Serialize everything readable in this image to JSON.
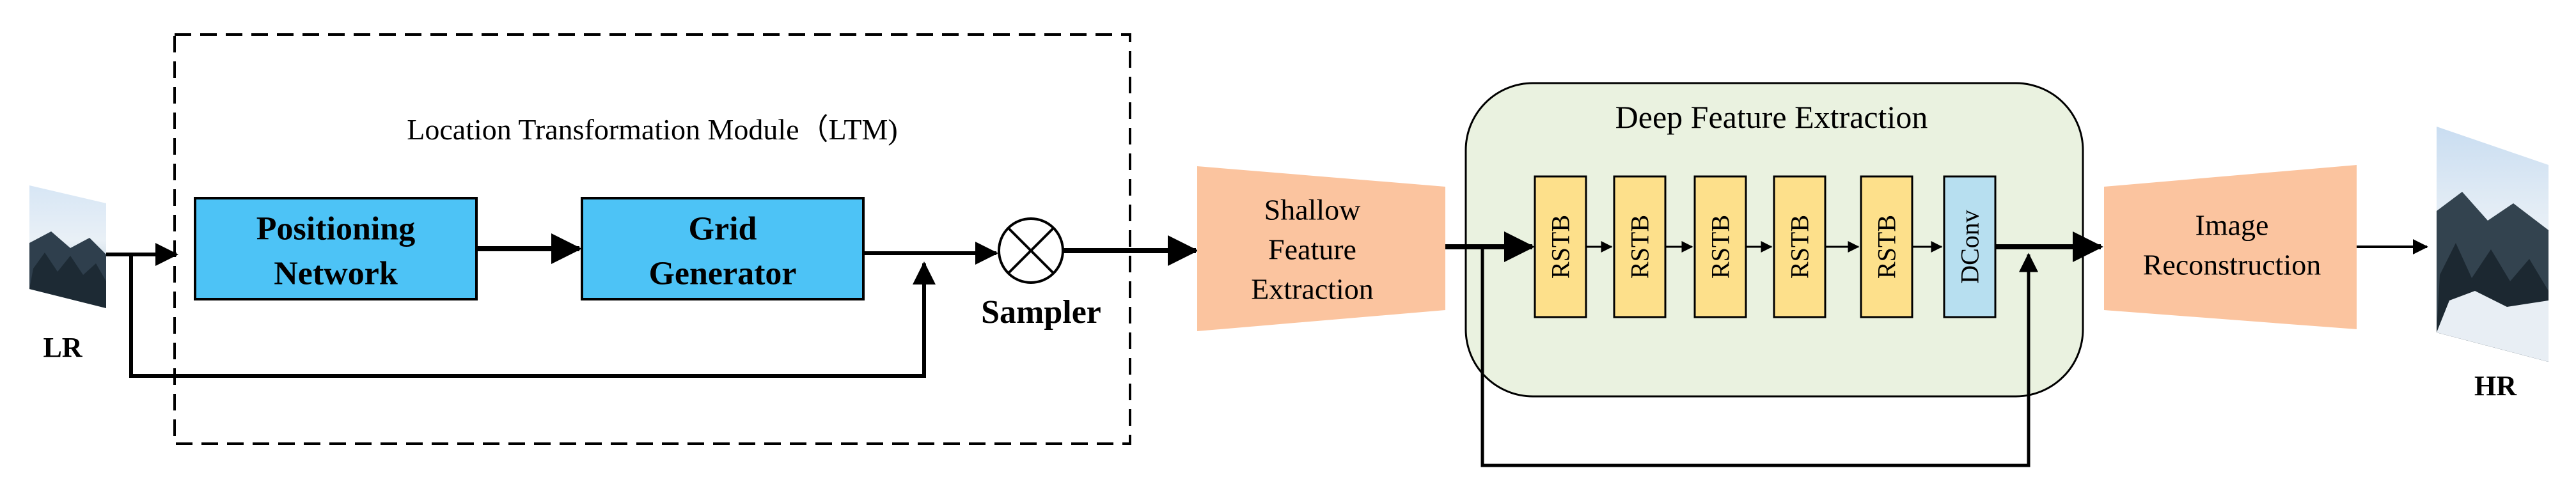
{
  "ltm": {
    "title": "Location Transformation Module（LTM)"
  },
  "positioning": {
    "line1": "Positioning",
    "line2": "Network"
  },
  "grid": {
    "line1": "Grid",
    "line2": "Generator"
  },
  "sampler": {
    "label": "Sampler"
  },
  "shallow": {
    "line1": "Shallow",
    "line2": "Feature",
    "line3": "Extraction"
  },
  "deep": {
    "title": "Deep Feature Extraction"
  },
  "blocks": [
    "RSTB",
    "RSTB",
    "RSTB",
    "RSTB",
    "RSTB",
    "DConv"
  ],
  "recon": {
    "line1": "Image",
    "line2": "Reconstruction"
  },
  "io": {
    "input": "LR",
    "output": "HR"
  },
  "colors": {
    "blue_box": "#4dc3f6",
    "shallow_fill": "#fbc49f",
    "recon_fill": "#fbc49f",
    "deep_fill": "#eaf2e0",
    "rstb_fill": "#fde08b",
    "dconv_fill": "#b7dff0"
  }
}
